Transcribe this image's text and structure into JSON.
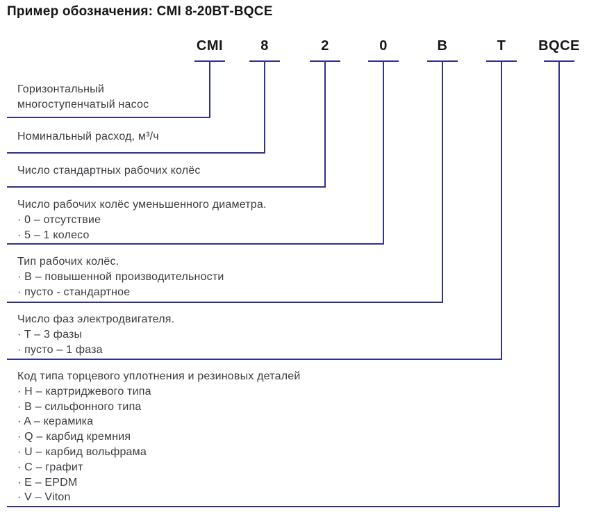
{
  "title": "Пример обозначения: CMI 8-20ВТ-BQCE",
  "colors": {
    "line": "#2f3287",
    "body_text": "#3a3b40",
    "title_text": "#151515"
  },
  "code_row": [
    "CMI",
    "8",
    "2",
    "0",
    "B",
    "T",
    "BQCE"
  ],
  "sections": [
    {
      "code": "CMI",
      "lines": [
        "Горизонтальный",
        "многоступенчатый насос"
      ]
    },
    {
      "code": "8",
      "lines": [
        "Номинальный расход, м³/ч"
      ]
    },
    {
      "code": "2",
      "lines": [
        "Число стандартных рабочих колёс"
      ]
    },
    {
      "code": "0",
      "lines": [
        "Число рабочих колёс уменьшенного диаметра.",
        "· 0 – отсутствие",
        "· 5 – 1 колесо"
      ]
    },
    {
      "code": "B",
      "lines": [
        "Тип рабочих колёс.",
        "· B – повышенной производительности",
        "· пусто - стандартное"
      ]
    },
    {
      "code": "T",
      "lines": [
        "Число фаз электродвигателя.",
        "· T – 3 фазы",
        "· пусто – 1 фаза"
      ]
    },
    {
      "code": "BQCE",
      "lines": [
        "Код типа торцевого уплотнения и резиновых деталей",
        "· H – картриджевого типа",
        "· B – сильфонного типа",
        "· A – керамика",
        "· Q – карбид кремния",
        "· U – карбид вольфрама",
        "· C – графит",
        "· E – EPDM",
        "· V – Viton"
      ]
    }
  ]
}
